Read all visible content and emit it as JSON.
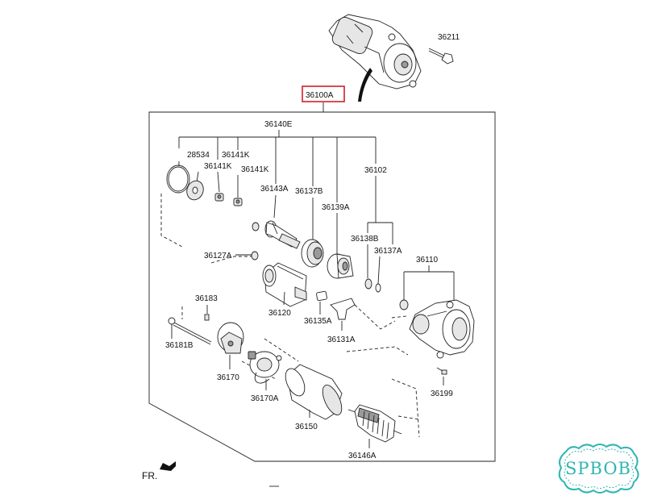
{
  "labels": {
    "p36211": "36211",
    "p36100A": "36100A",
    "p36140E": "36140E",
    "p28534": "28534",
    "p36141K_a": "36141K",
    "p36141K_b": "36141K",
    "p36141K_c": "36141K",
    "p36143A": "36143A",
    "p36137B": "36137B",
    "p36139A": "36139A",
    "p36102": "36102",
    "p36138B": "36138B",
    "p36137A": "36137A",
    "p36127A": "36127A",
    "p36110": "36110",
    "p36183": "36183",
    "p36120": "36120",
    "p36135A": "36135A",
    "p36131A": "36131A",
    "p36181B": "36181B",
    "p36170": "36170",
    "p36170A": "36170A",
    "p36150": "36150",
    "p36199": "36199",
    "p36146A": "36146A",
    "fr": "FR."
  },
  "watermark": "SPBOB",
  "colors": {
    "highlight_box": "#d0202a",
    "watermark": "#2fb5b3",
    "line": "#222222"
  }
}
